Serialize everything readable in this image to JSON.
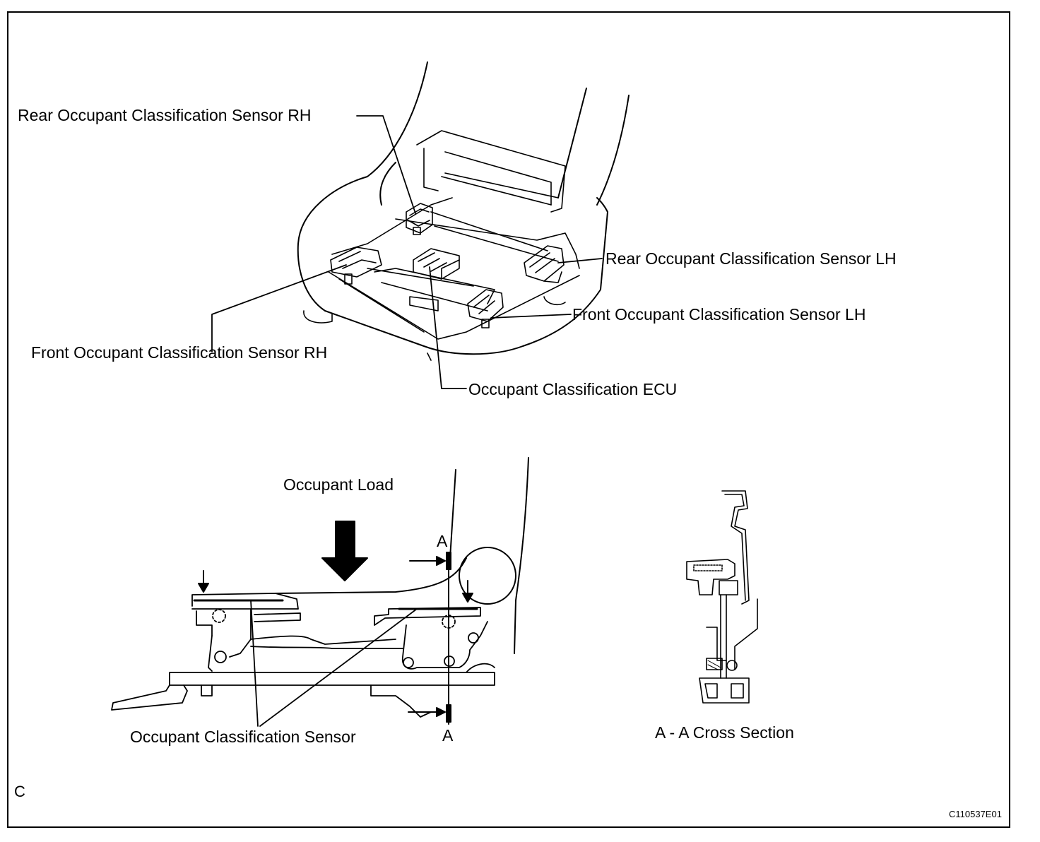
{
  "labels": {
    "rear_rh": "Rear Occupant Classification Sensor RH",
    "rear_lh": "Rear Occupant Classification Sensor LH",
    "front_lh": "Front Occupant Classification Sensor LH",
    "front_rh": "Front Occupant Classification Sensor RH",
    "ecu": "Occupant Classification ECU",
    "load": "Occupant Load",
    "section_top": "A",
    "section_bottom": "A",
    "sensor": "Occupant Classification Sensor",
    "cross_section": "A - A Cross Section",
    "corner_letter": "C",
    "figure_code": "C110537E01"
  }
}
